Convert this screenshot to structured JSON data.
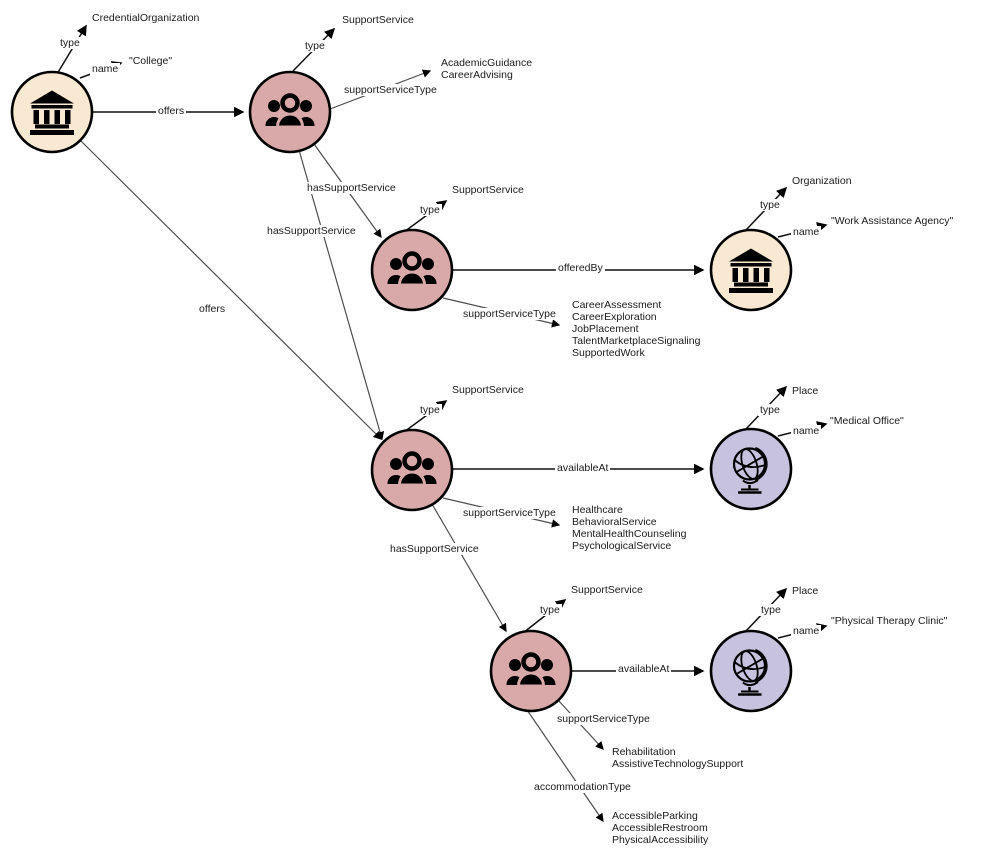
{
  "colors": {
    "background": "#ffffff",
    "institution_node_fill": "#f9e9d2",
    "service_node_fill": "#d9a9a9",
    "place_node_fill": "#c7c2de",
    "node_border": "#000000",
    "edge_line": "#4d4d4d",
    "annotation_line": "#111111",
    "arrow_fill": "#000000",
    "label_text": "#1a1a1a"
  },
  "icons": {
    "college": "bank-icon",
    "work_assistance_agency": "bank-icon",
    "support_service": "people-group-icon",
    "place": "globe-icon"
  },
  "nodes": {
    "college": {
      "type_edge": "type",
      "type_object": "CredentialOrganization",
      "name_edge": "name",
      "name_object": "\"College\""
    },
    "support_service_1": {
      "type_edge": "type",
      "type_object": "SupportService",
      "sst_edge": "supportServiceType",
      "sst_values": [
        "AcademicGuidance",
        "CareerAdvising"
      ]
    },
    "support_service_2": {
      "type_edge": "type",
      "type_object": "SupportService",
      "sst_edge": "supportServiceType",
      "sst_values": [
        "CareerAssessment",
        "CareerExploration",
        "JobPlacement",
        "TalentMarketplaceSignaling",
        "SupportedWork"
      ]
    },
    "work_assistance_agency": {
      "type_edge": "type",
      "type_object": "Organization",
      "name_edge": "name",
      "name_object": "\"Work Assistance Agency\""
    },
    "support_service_3": {
      "type_edge": "type",
      "type_object": "SupportService",
      "sst_edge": "supportServiceType",
      "sst_values": [
        "Healthcare",
        "BehavioralService",
        "MentalHealthCounseling",
        "PsychologicalService"
      ]
    },
    "medical_office": {
      "type_edge": "type",
      "type_object": "Place",
      "name_edge": "name",
      "name_object": "\"Medical Office\""
    },
    "support_service_4": {
      "type_edge": "type",
      "type_object": "SupportService",
      "sst_edge": "supportServiceType",
      "sst_values": [
        "Rehabilitation",
        "AssistiveTechnologySupport"
      ],
      "accommodation_edge": "accommodationType",
      "accommodation_values": [
        "AccessibleParking",
        "AccessibleRestroom",
        "PhysicalAccessibility"
      ]
    },
    "physical_therapy_clinic": {
      "type_edge": "type",
      "type_object": "Place",
      "name_edge": "name",
      "name_object": "\"Physical Therapy Clinic\""
    }
  },
  "edges": {
    "offers_to_service_1": "offers",
    "offers_to_service_3": "offers",
    "has_support_service_1_to_2": "hasSupportService",
    "has_support_service_1_to_3": "hasSupportService",
    "has_support_service_3_to_4": "hasSupportService",
    "offered_by": "offeredBy",
    "available_at_medical": "availableAt",
    "available_at_clinic": "availableAt"
  }
}
